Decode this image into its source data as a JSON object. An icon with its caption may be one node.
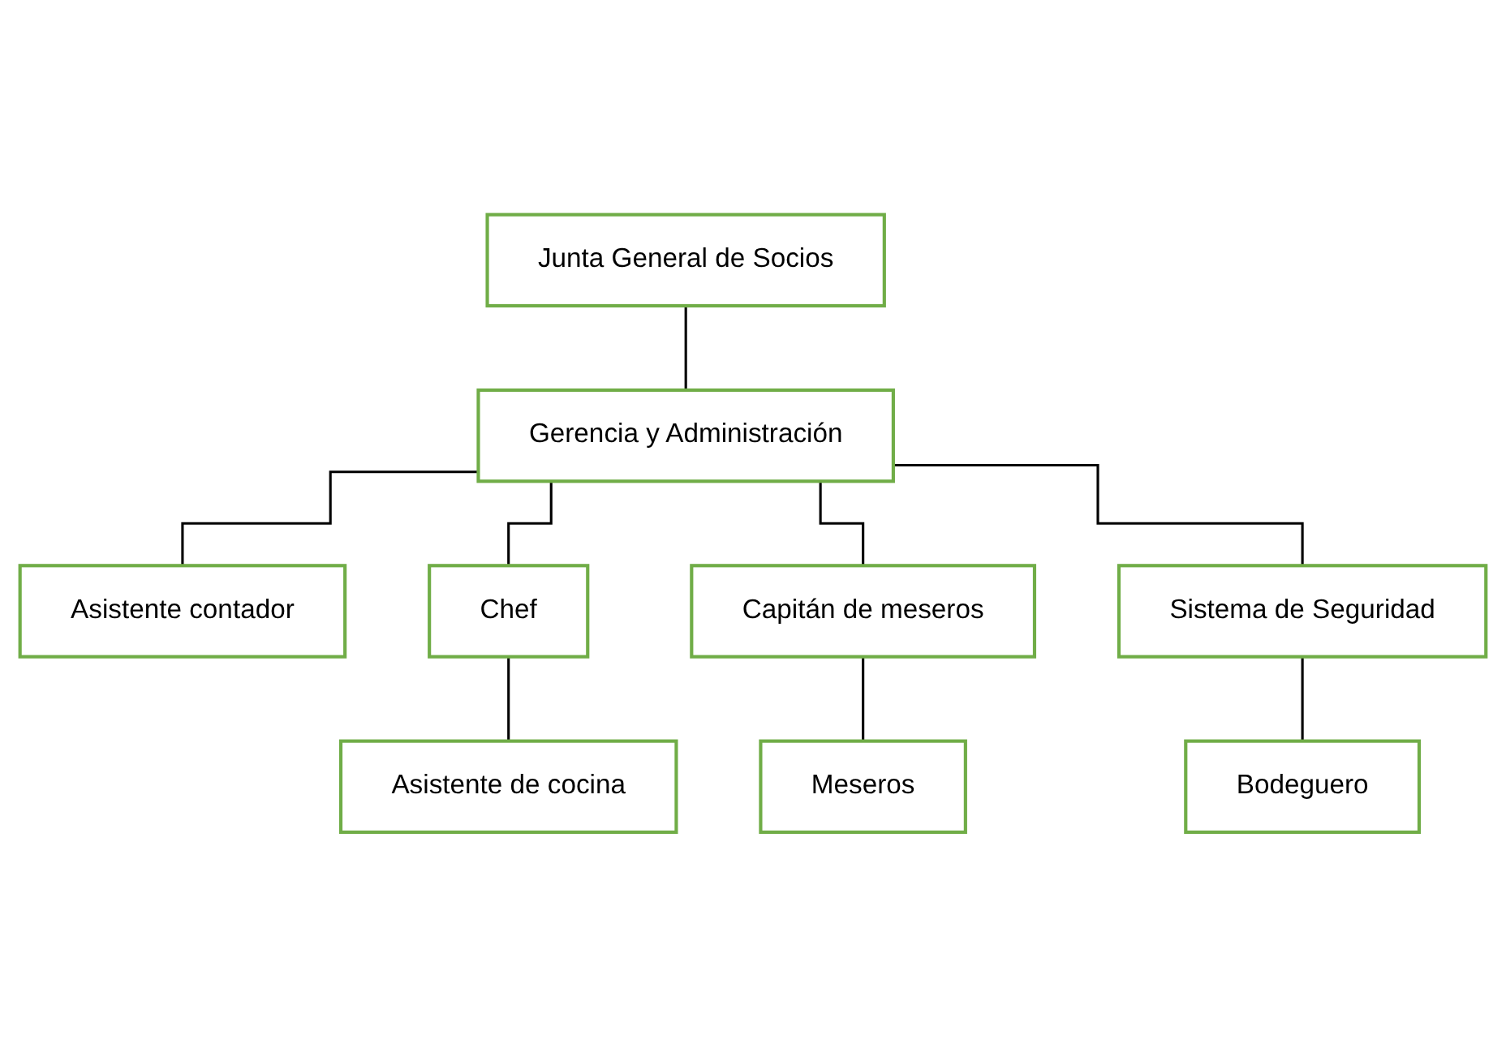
{
  "diagram": {
    "nodes": [
      {
        "text": [
          "Junta General de Socios"
        ]
      },
      {
        "text": [
          "Gerencia y Administración"
        ]
      },
      {
        "text": [
          "Asistente contador"
        ]
      },
      {
        "text": [
          "Chef"
        ]
      },
      {
        "text": [
          "Capitán de meseros"
        ]
      },
      {
        "text": [
          "Sistema de Seguridad"
        ]
      },
      {
        "text": [
          "Asistente de cocina"
        ]
      },
      {
        "text": [
          "Meseros"
        ]
      },
      {
        "text": [
          "Bodeguero"
        ]
      }
    ],
    "edges": [
      {
        "from": 0,
        "to": 1,
        "arrow": "none"
      },
      {
        "from": 1,
        "to": 2,
        "arrow": "none"
      },
      {
        "from": 1,
        "to": 3,
        "arrow": "none"
      },
      {
        "from": 1,
        "to": 4,
        "arrow": "none"
      },
      {
        "from": 1,
        "to": 5,
        "arrow": "none"
      },
      {
        "from": 3,
        "to": 6,
        "arrow": "none"
      },
      {
        "from": 4,
        "to": 7,
        "arrow": "none"
      },
      {
        "from": 5,
        "to": 8,
        "arrow": "none"
      }
    ]
  }
}
